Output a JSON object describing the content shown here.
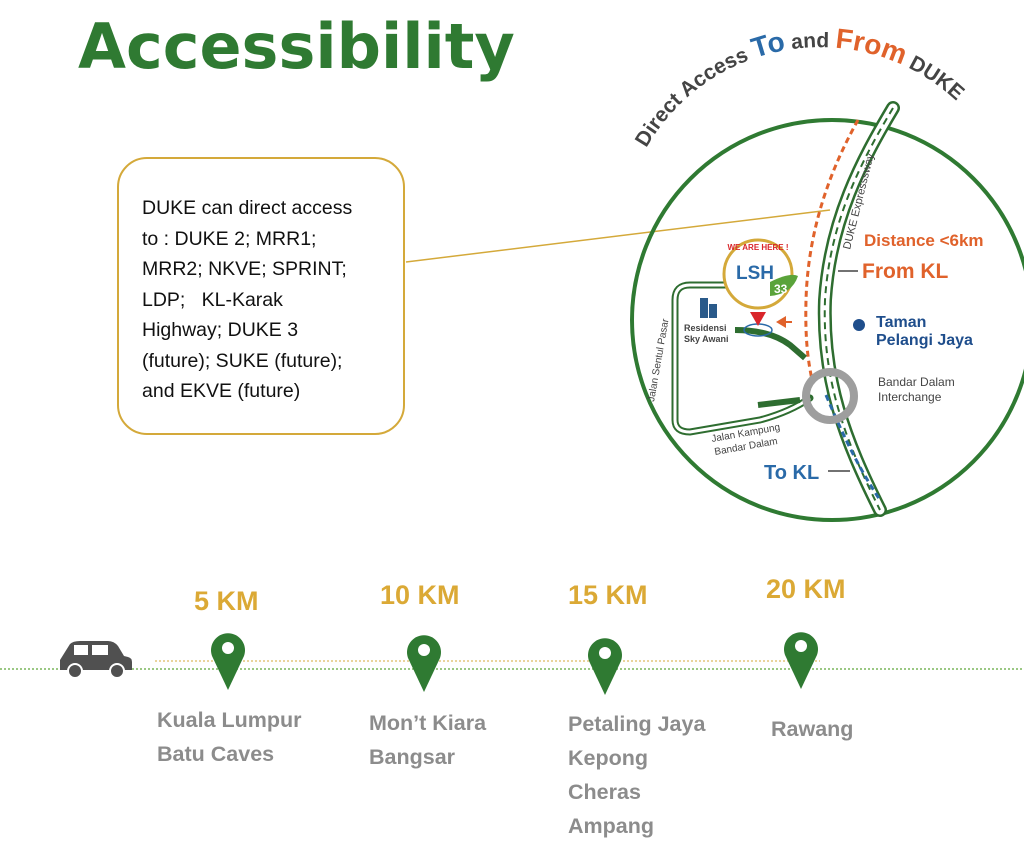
{
  "title": "Accessibility",
  "callout": {
    "lines": [
      "DUKE can direct access",
      "to : DUKE 2; MRR1;",
      "MRR2; NKVE; SPRINT;",
      "LDP;   KL-Karak",
      "Highway; DUKE 3",
      "(future); SUKE (future);",
      "and EKVE (future)"
    ]
  },
  "map": {
    "arc_title_parts": [
      "Direct Access ",
      "To",
      " and ",
      "From",
      " DUKE"
    ],
    "highway_label": "DUKE  Expresssway",
    "distance": "Distance <6km",
    "from_kl": "From KL",
    "to_kl": "To KL",
    "badge_top": "WE ARE HERE !",
    "badge_main": "LSH",
    "badge_num": "33",
    "residence": [
      "Residensi",
      "Sky Awani"
    ],
    "taman": [
      "Taman",
      "Pelangi Jaya"
    ],
    "interchange": [
      "Bandar Dalam",
      "Interchange"
    ],
    "sentul": "Jalan Sentul Pasar",
    "kampung": [
      "Jalan Kampung",
      "Bandar Dalam"
    ],
    "colors": {
      "green": "#2f7a32",
      "orange": "#e0622b",
      "blue": "#2a6aa8",
      "gold": "#d4a93a"
    }
  },
  "timeline": {
    "stops": [
      {
        "km": "5 KM",
        "places": [
          "Kuala Lumpur",
          "Batu Caves"
        ]
      },
      {
        "km": "10 KM",
        "places": [
          "Mon’t Kiara",
          "Bangsar"
        ]
      },
      {
        "km": "15 KM",
        "places": [
          "Petaling Jaya",
          "Kepong",
          "Cheras",
          "Ampang"
        ]
      },
      {
        "km": "20 KM",
        "places": [
          "Rawang"
        ]
      }
    ]
  }
}
